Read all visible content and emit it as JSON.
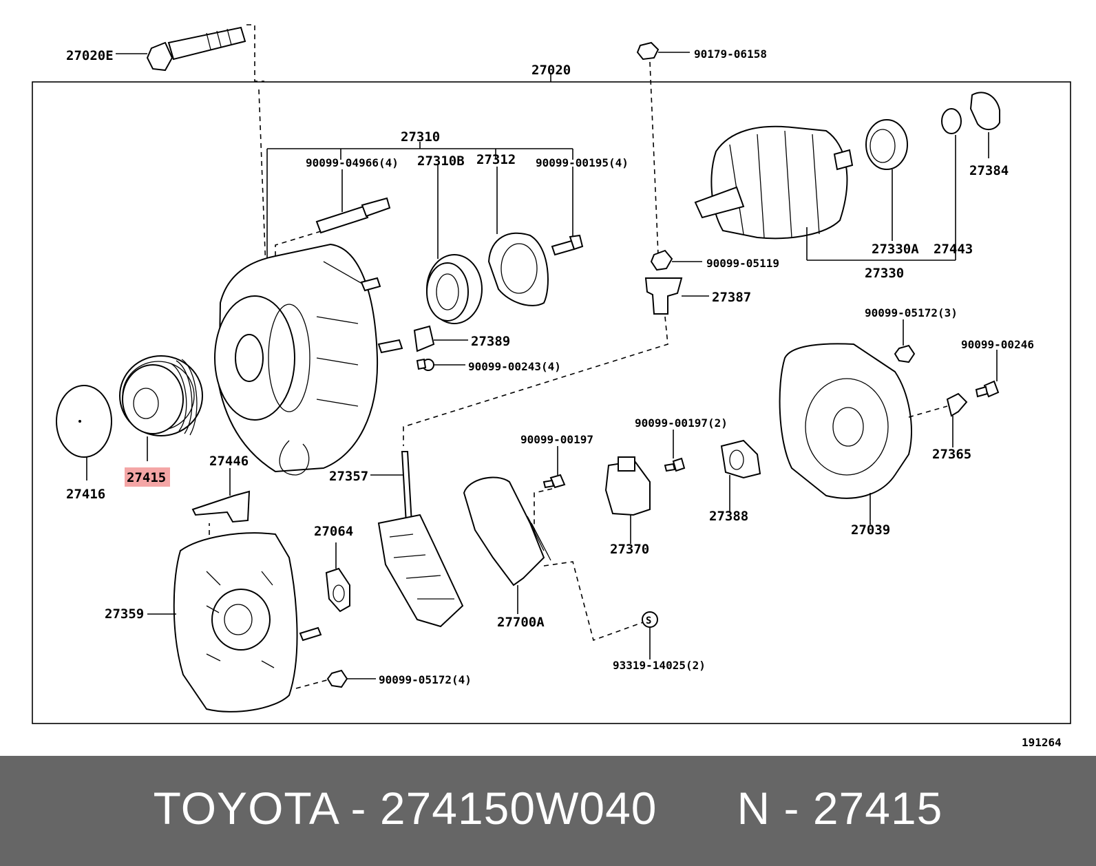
{
  "diagram": {
    "labels": {
      "l27020E": "27020E",
      "l27020": "27020",
      "l90179_06158": "90179-06158",
      "l27310": "27310",
      "l90099_04966": "90099-04966(4)",
      "l27310B": "27310B",
      "l27312": "27312",
      "l90099_00195": "90099-00195(4)",
      "l27384": "27384",
      "l27330A": "27330A",
      "l27443": "27443",
      "l27330": "27330",
      "l90099_05119": "90099-05119",
      "l27387": "27387",
      "l27389": "27389",
      "l90099_00243": "90099-00243(4)",
      "l90099_05172_3": "90099-05172(3)",
      "l90099_00246": "90099-00246",
      "l27415": "27415",
      "l27416": "27416",
      "l27446": "27446",
      "l27357": "27357",
      "l90099_00197": "90099-00197",
      "l90099_00197_2": "90099-00197(2)",
      "l27365": "27365",
      "l27388": "27388",
      "l27039": "27039",
      "l27370": "27370",
      "l27064": "27064",
      "l27700A": "27700A",
      "l27359": "27359",
      "l93319_14025": "93319-14025(2)",
      "l90099_05172_4": "90099-05172(4)",
      "diagram_code": "191264"
    },
    "highlight_color": "#f4a6a6",
    "highlighted_part": "27415"
  },
  "footer": {
    "text": "TOYOTA - 274150W040      N - 27415",
    "background": "#666666"
  }
}
